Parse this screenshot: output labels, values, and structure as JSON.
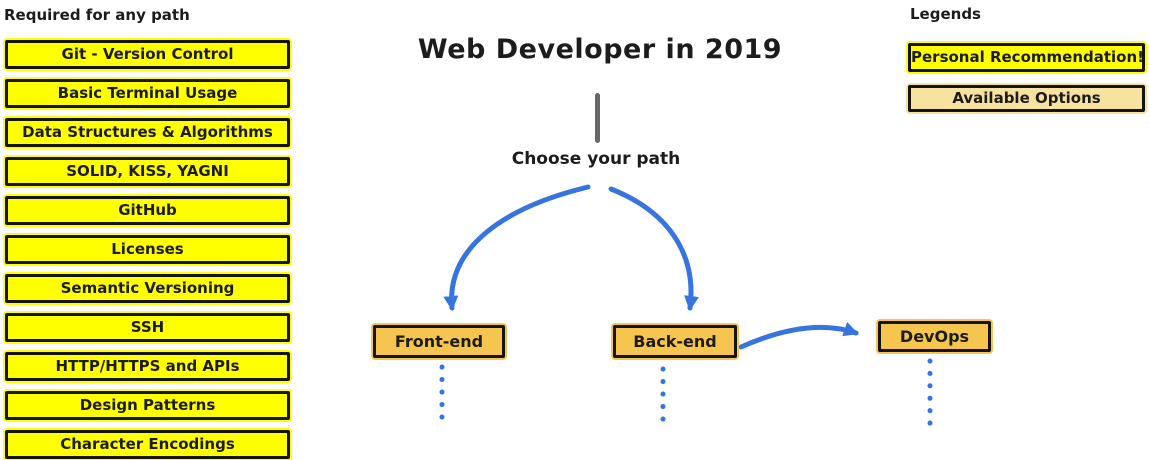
{
  "required": {
    "heading": "Required for any path",
    "items": [
      "Git - Version Control",
      "Basic Terminal Usage",
      "Data Structures & Algorithms",
      "SOLID, KISS, YAGNI",
      "GitHub",
      "Licenses",
      "Semantic Versioning",
      "SSH",
      "HTTP/HTTPS and APIs",
      "Design Patterns",
      "Character Encodings"
    ]
  },
  "center": {
    "title": "Web Developer in 2019",
    "choose_label": "Choose your path",
    "paths": [
      {
        "label": "Front-end"
      },
      {
        "label": "Back-end"
      },
      {
        "label": "DevOps"
      }
    ]
  },
  "legends": {
    "heading": "Legends",
    "items": [
      {
        "label": "Personal Recommendation!",
        "fill": "#FFFF00"
      },
      {
        "label": "Available Options",
        "fill": "#F8E2A0"
      }
    ]
  },
  "colors": {
    "recommendation_yellow": "#FFFF00",
    "path_amber": "#F5C54F",
    "available_tan": "#F8E2A0",
    "arrow_blue": "#3674E0",
    "connector_gray": "#686868",
    "border_black": "#141414",
    "text_black": "#1C1C1C"
  }
}
